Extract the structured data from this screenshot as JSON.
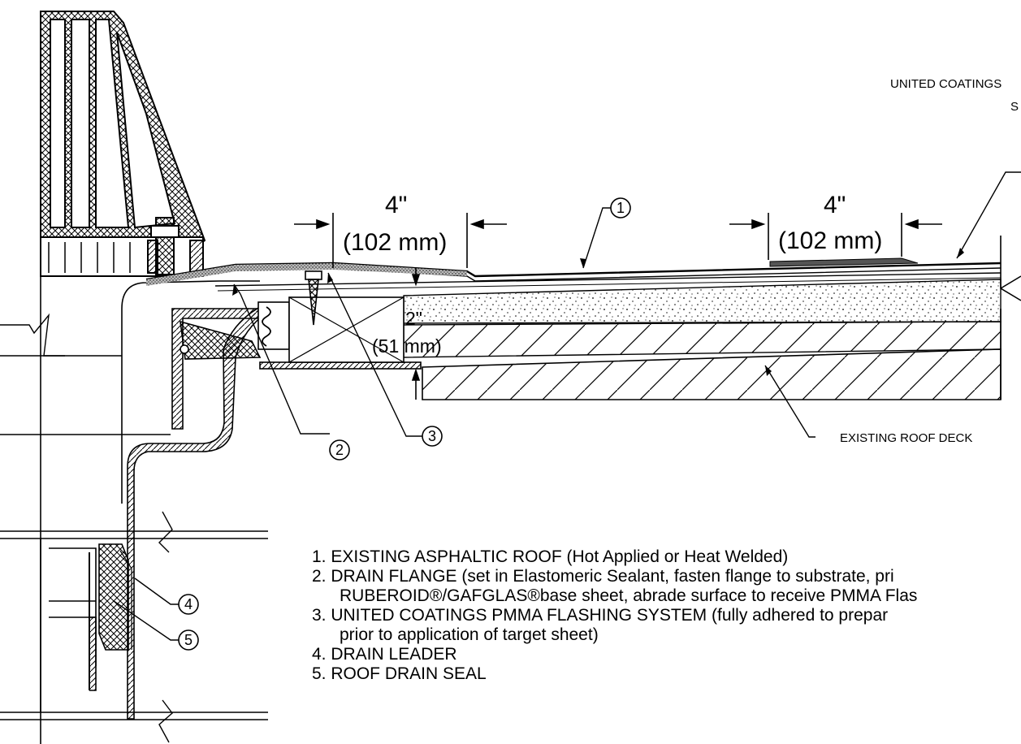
{
  "callouts": {
    "c1": "1",
    "c2": "2",
    "c3": "3",
    "c4": "4",
    "c5": "5"
  },
  "dimensions": {
    "left_in": "4\"",
    "left_mm": "(102 mm)",
    "right_in": "4\"",
    "right_mm": "(102 mm)",
    "insul_in": "2\"",
    "insul_mm": "(51 mm)"
  },
  "labels": {
    "united_line1": "UNITED COATINGS",
    "united_line2": "S",
    "roof_deck": "EXISTING ROOF DECK"
  },
  "notes": {
    "n1": "1.  EXISTING ASPHALTIC ROOF (Hot Applied or Heat Welded)",
    "n2a": "2.  DRAIN FLANGE (set in Elastomeric Sealant, fasten flange to substrate, pri",
    "n2b": "RUBEROID®/GAFGLAS®base sheet, abrade surface to receive PMMA Flas",
    "n3a": "3.  UNITED COATINGS  PMMA FLASHING SYSTEM (fully adhered to prepar",
    "n3b": "prior to application of target sheet)",
    "n4": "4.  DRAIN LEADER",
    "n5": "5.  ROOF DRAIN SEAL"
  }
}
